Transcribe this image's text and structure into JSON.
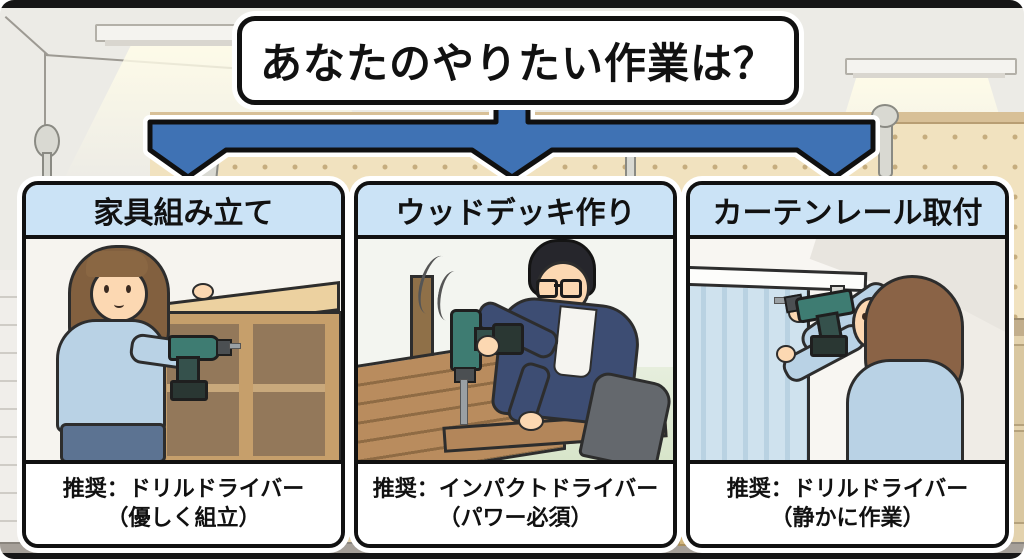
{
  "page": {
    "title": "あなたのやりたい作業は？"
  },
  "columns": [
    {
      "header": "家具組み立て",
      "recommendation": "推奨：ドリルドライバー",
      "note": "（優しく組立）",
      "illustration": "woman-assembling-furniture-with-drill-driver"
    },
    {
      "header": "ウッドデッキ作り",
      "recommendation": "推奨：インパクトドライバー",
      "note": "（パワー必須）",
      "illustration": "man-building-wood-deck-with-impact-driver"
    },
    {
      "header": "カーテンレール取付",
      "recommendation": "推奨：ドリルドライバー",
      "note": "（静かに作業）",
      "illustration": "woman-installing-curtain-rail-with-drill-driver"
    }
  ],
  "colors": {
    "arrow_blue": "#3f72b4",
    "header_blue": "#cbe3f6",
    "panel_border": "#111111",
    "pegboard_tan": "#f1e2bf",
    "wall_gray": "#ecebe6",
    "floor_gray": "#a6a099",
    "drill_teal": "#3e7c72"
  }
}
